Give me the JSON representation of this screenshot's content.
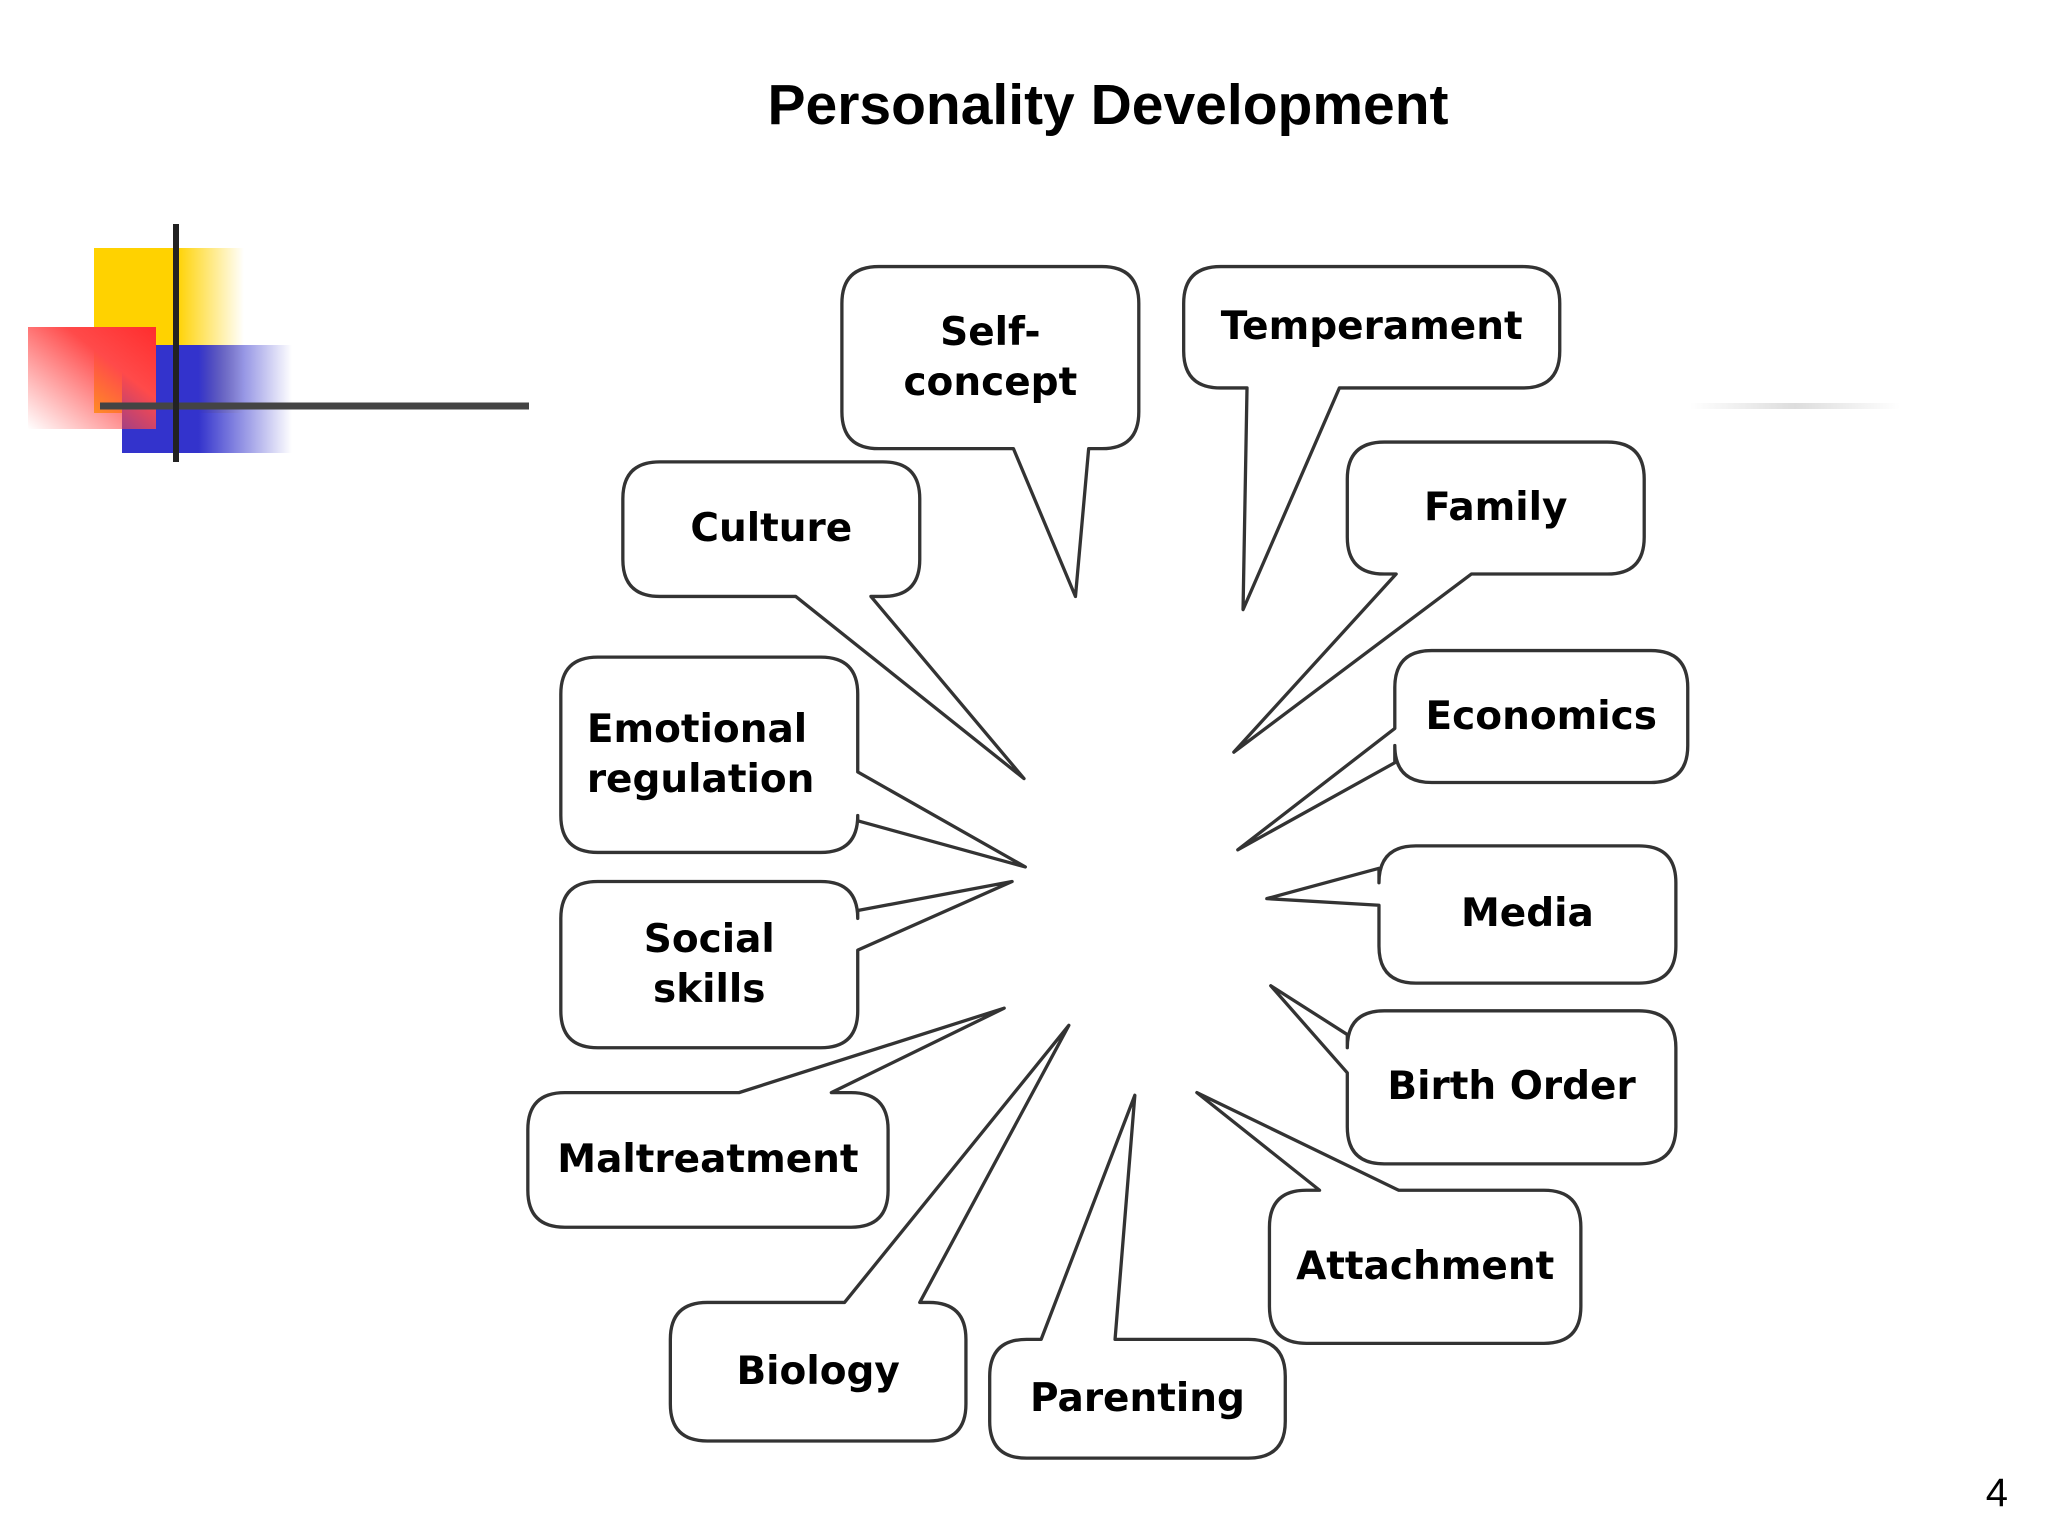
{
  "slide": {
    "title": "Personality Development",
    "page_number": "4"
  },
  "colors": {
    "accent_yellow": "#ffd700",
    "accent_red": "#ff3a3a",
    "accent_blue": "#3333cc",
    "callout_stroke": "#333333",
    "text": "#000000"
  },
  "callouts": [
    {
      "key": "self-concept",
      "label": "Self-\nconcept"
    },
    {
      "key": "temperament",
      "label": "Temperament"
    },
    {
      "key": "culture",
      "label": "Culture"
    },
    {
      "key": "family",
      "label": "Family"
    },
    {
      "key": "emotional-regulation",
      "label": "Emotional\nregulation"
    },
    {
      "key": "economics",
      "label": "Economics"
    },
    {
      "key": "social-skills",
      "label": "Social\nskills"
    },
    {
      "key": "media",
      "label": "Media"
    },
    {
      "key": "maltreatment",
      "label": "Maltreatment"
    },
    {
      "key": "birth-order",
      "label": "Birth Order"
    },
    {
      "key": "attachment",
      "label": "Attachment"
    },
    {
      "key": "biology",
      "label": "Biology"
    },
    {
      "key": "parenting",
      "label": "Parenting"
    }
  ]
}
